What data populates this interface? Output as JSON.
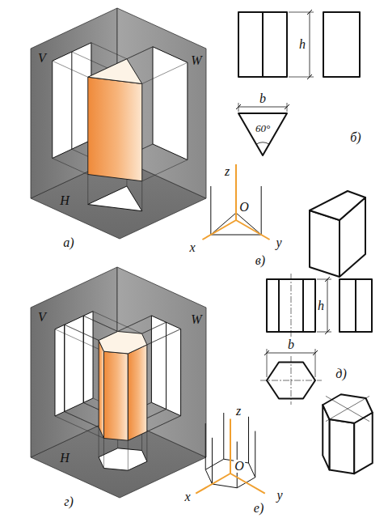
{
  "diagram": {
    "labels": [
      "V",
      "W",
      "H",
      "а)",
      "h",
      "b",
      "60°",
      "б)",
      "z",
      "O",
      "x",
      "y",
      "в)",
      "V",
      "W",
      "H",
      "г)",
      "h",
      "b",
      "д)",
      "z",
      "O",
      "x",
      "y",
      "е)"
    ]
  }
}
